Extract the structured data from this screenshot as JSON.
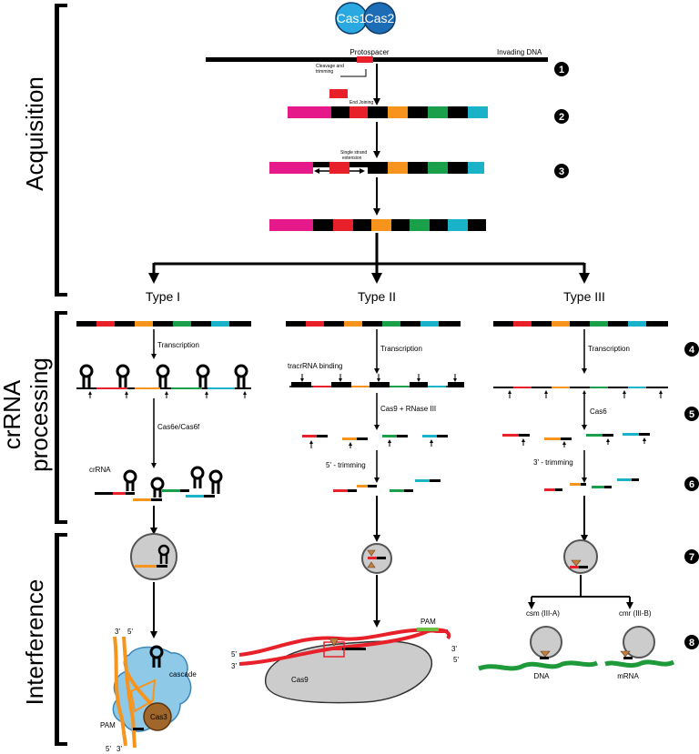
{
  "colors": {
    "red": "#e8202a",
    "orange": "#f7941d",
    "green": "#1aa04a",
    "cyan": "#1ab2c8",
    "magenta": "#e6198a",
    "black": "#000000",
    "cas1": "#2aa8e0",
    "cas2": "#1c6db5",
    "cascade": "#8fc9e8",
    "cas3": "#a0662a",
    "gray": "#cccccc",
    "dnaGreen": "#1e9a3a"
  },
  "sections": {
    "acquisition": "Acquisition",
    "crrna_line1": "crRNA",
    "crrna_line2": "processing",
    "interference": "Interference"
  },
  "acquisition": {
    "cas1": "Cas1",
    "cas2": "Cas2",
    "protospacer": "Protospacer",
    "invading_dna": "Invading DNA",
    "cleavage_line1": "Cleavage and",
    "cleavage_line2": "trimming",
    "end_joining": "End Joining",
    "ss_line1": "Single strand",
    "ss_line2": "extension"
  },
  "types": {
    "t1": "Type I",
    "t2": "Type II",
    "t3": "Type III"
  },
  "processing": {
    "transcription": "Transcription",
    "tracrrna_binding": "tracrRNA binding",
    "cas6e_cas6f": "Cas6e/Cas6f",
    "cas9_rnase": "Cas9 + RNase III",
    "cas6": "Cas6",
    "crrna": "crRNA",
    "five_trimming": "5' - trimming",
    "three_trimming": "3' - trimming"
  },
  "interference": {
    "three_prime": "3'",
    "five_prime": "5'",
    "cascade": "cascade",
    "cas3": "Cas3",
    "pam": "PAM",
    "cas9": "Cas9",
    "csm": "csm (III-A)",
    "cmr": "cmr (III-B)",
    "dna": "DNA",
    "mrna": "mRNA"
  },
  "steps": [
    "1",
    "2",
    "3",
    "4",
    "5",
    "6",
    "7",
    "8"
  ]
}
